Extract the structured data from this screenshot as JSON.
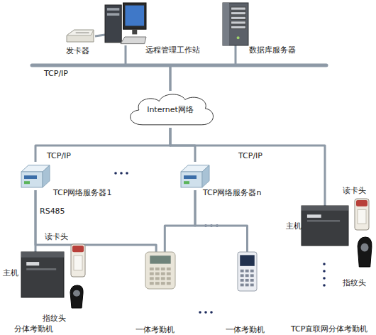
{
  "diagram": {
    "nodes": [
      {
        "text": [
          "发卡器"
        ]
      },
      {
        "text": [
          "远程管理工作站"
        ]
      },
      {
        "text": [
          "数据库服务器"
        ]
      },
      {
        "text": [
          "Internet网络"
        ]
      },
      {
        "text": [
          "TCP网络服务器1"
        ]
      },
      {
        "text": [
          "TCP网络服务器n"
        ]
      },
      {
        "text": [
          "读卡头"
        ]
      },
      {
        "text": [
          "主机"
        ]
      },
      {
        "text": [
          "指纹头"
        ]
      },
      {
        "text": [
          "读卡头"
        ]
      },
      {
        "text": [
          "主机"
        ]
      },
      {
        "text": [
          "指纹头"
        ]
      },
      {
        "text": [
          "一体考勤机"
        ]
      },
      {
        "text": [
          "一体考勤机"
        ]
      }
    ],
    "edges": [
      {
        "from": 0,
        "to": 1,
        "arrow": "none"
      },
      {
        "from": 1,
        "to": 3,
        "label": "TCP/IP",
        "arrow": "none"
      },
      {
        "from": 2,
        "to": 3,
        "arrow": "none"
      },
      {
        "from": 3,
        "to": 4,
        "label": "TCP/IP",
        "arrow": "none"
      },
      {
        "from": 3,
        "to": 5,
        "arrow": "none"
      },
      {
        "from": 3,
        "to": 7,
        "label": "TCP/IP",
        "arrow": "none"
      },
      {
        "from": 4,
        "to": 10,
        "label": "RS485",
        "arrow": "none"
      },
      {
        "from": 4,
        "to": 12,
        "arrow": "none"
      },
      {
        "from": 5,
        "to": 12,
        "arrow": "none"
      },
      {
        "from": 5,
        "to": 13,
        "arrow": "none"
      }
    ],
    "labels": [
      "分体考勤机",
      "TCP直联网分体考勤机"
    ]
  }
}
